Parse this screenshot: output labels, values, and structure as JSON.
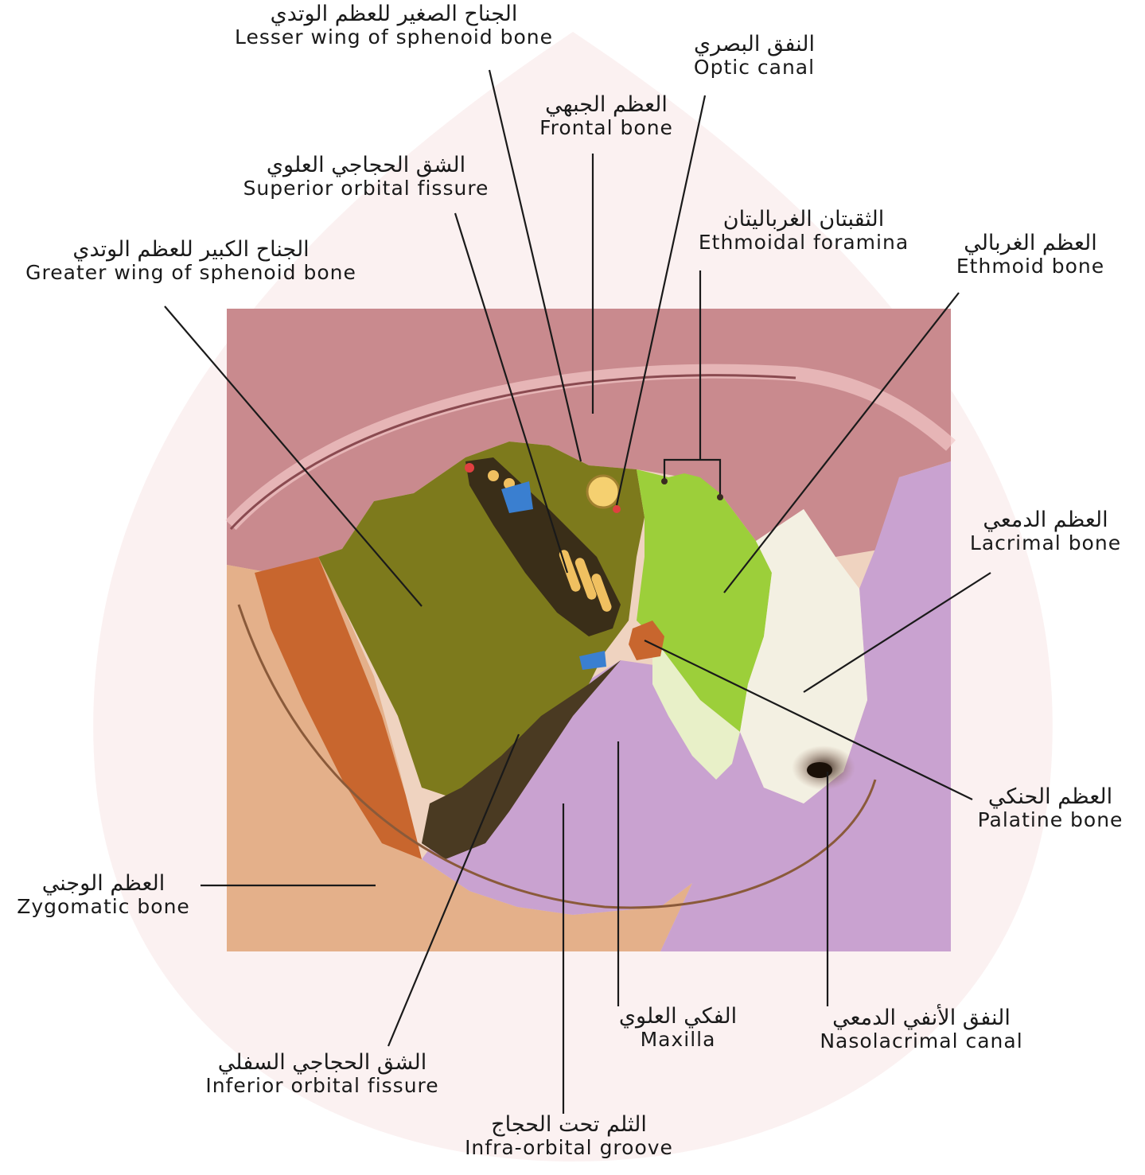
{
  "labels": {
    "lesser_wing": {
      "ar": "الجناح الصغير للعظم الوتدي",
      "en": "Lesser wing of sphenoid bone"
    },
    "optic_canal": {
      "ar": "النفق البصري",
      "en": "Optic canal"
    },
    "frontal_bone": {
      "ar": "العظم الجبهي",
      "en": "Frontal bone"
    },
    "superior_orbital_fissure": {
      "ar": "الشق الحجاجي العلوي",
      "en": "Superior orbital fissure"
    },
    "ethmoidal_foramina": {
      "ar": "الثقبتان الغرباليتان",
      "en": "Ethmoidal foramina"
    },
    "ethmoid_bone": {
      "ar": "العظم الغربالي",
      "en": "Ethmoid bone"
    },
    "greater_wing": {
      "ar": "الجناح الكبير للعظم الوتدي",
      "en": "Greater wing of sphenoid bone"
    },
    "lacrimal_bone": {
      "ar": "العظم الدمعي",
      "en": "Lacrimal bone"
    },
    "palatine_bone": {
      "ar": "العظم الحنكي",
      "en": "Palatine bone"
    },
    "zygomatic_bone": {
      "ar": "العظم الوجني",
      "en": "Zygomatic bone"
    },
    "maxilla": {
      "ar": "الفكي العلوي",
      "en": "Maxilla"
    },
    "nasolacrimal_canal": {
      "ar": "النفق الأنفي الدمعي",
      "en": "Nasolacrimal canal"
    },
    "inferior_orbital_fissure": {
      "ar": "الشق الحجاجي السفلي",
      "en": "Inferior orbital fissure"
    },
    "infraorbital_groove": {
      "ar": "الثلم تحت الحجاج",
      "en": "Infra-orbital groove"
    }
  },
  "colors": {
    "frontal": "#c98a8e",
    "greater_wing": "#7d7a1c",
    "ethmoid": "#9ccf3a",
    "lacrimal": "#f3f0e2",
    "maxilla": "#c9a2d0",
    "zygomatic": "#d9a27a",
    "palatine": "#c8662e",
    "fissure": "#4a3a22",
    "leader": "#1a1a1a"
  }
}
